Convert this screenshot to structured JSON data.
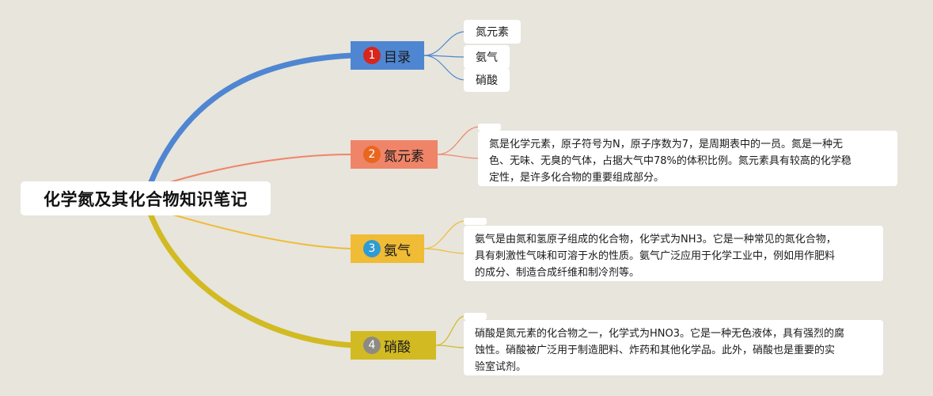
{
  "root": {
    "title": "化学氮及其化合物知识笔记"
  },
  "colors": {
    "background": "#e7e5dc",
    "branch_1": "#4f86d1",
    "branch_2": "#f08468",
    "branch_3": "#f0bb35",
    "branch_4": "#d2ba23"
  },
  "branches": [
    {
      "number": "1",
      "label": "目录",
      "children": [
        "氮元素",
        "氨气",
        "硝酸"
      ]
    },
    {
      "number": "2",
      "label": "氮元素",
      "note": "氮是化学元素，原子符号为N，原子序数为7，是周期表中的一员。氮是一种无\n色、无味、无臭的气体，占据大气中78%的体积比例。氮元素具有较高的化学稳\n定性，是许多化合物的重要组成部分。"
    },
    {
      "number": "3",
      "label": "氨气",
      "note": "氨气是由氮和氢原子组成的化合物，化学式为NH3。它是一种常见的氮化合物，\n具有刺激性气味和可溶于水的性质。氨气广泛应用于化学工业中，例如用作肥料\n的成分、制造合成纤维和制冷剂等。"
    },
    {
      "number": "4",
      "label": "硝酸",
      "note": "硝酸是氮元素的化合物之一，化学式为HNO3。它是一种无色液体，具有强烈的腐\n蚀性。硝酸被广泛用于制造肥料、炸药和其他化学品。此外，硝酸也是重要的实\n验室试剂。"
    }
  ]
}
